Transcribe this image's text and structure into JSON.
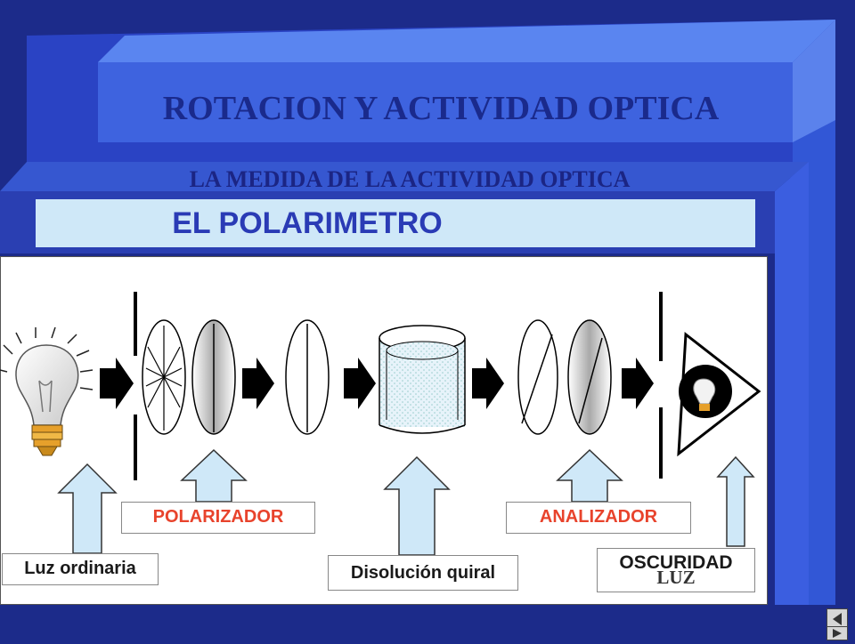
{
  "slide": {
    "title": "ROTACION Y ACTIVIDAD OPTICA",
    "subtitle": "LA MEDIDA DE LA ACTIVIDAD OPTICA",
    "band_title": "EL POLARIMETRO"
  },
  "labels": {
    "polarizador": "POLARIZADOR",
    "analizador": "ANALIZADOR",
    "luz_ordinaria": "Luz ordinaria",
    "disolucion": "Disolución quiral",
    "oscuridad": "OSCURIDAD",
    "luz": "LUZ"
  },
  "colors": {
    "background": "#1c2b8a",
    "title_band": "#3e63df",
    "subtitle_band": "#4d78ea",
    "light_band": "#cfe8f8",
    "label_red": "#e8432c",
    "arrow_fill": "#cfe8f8"
  },
  "icons": [
    "light-bulb-icon",
    "eye-icon",
    "nav-back-icon",
    "nav-forward-icon"
  ]
}
